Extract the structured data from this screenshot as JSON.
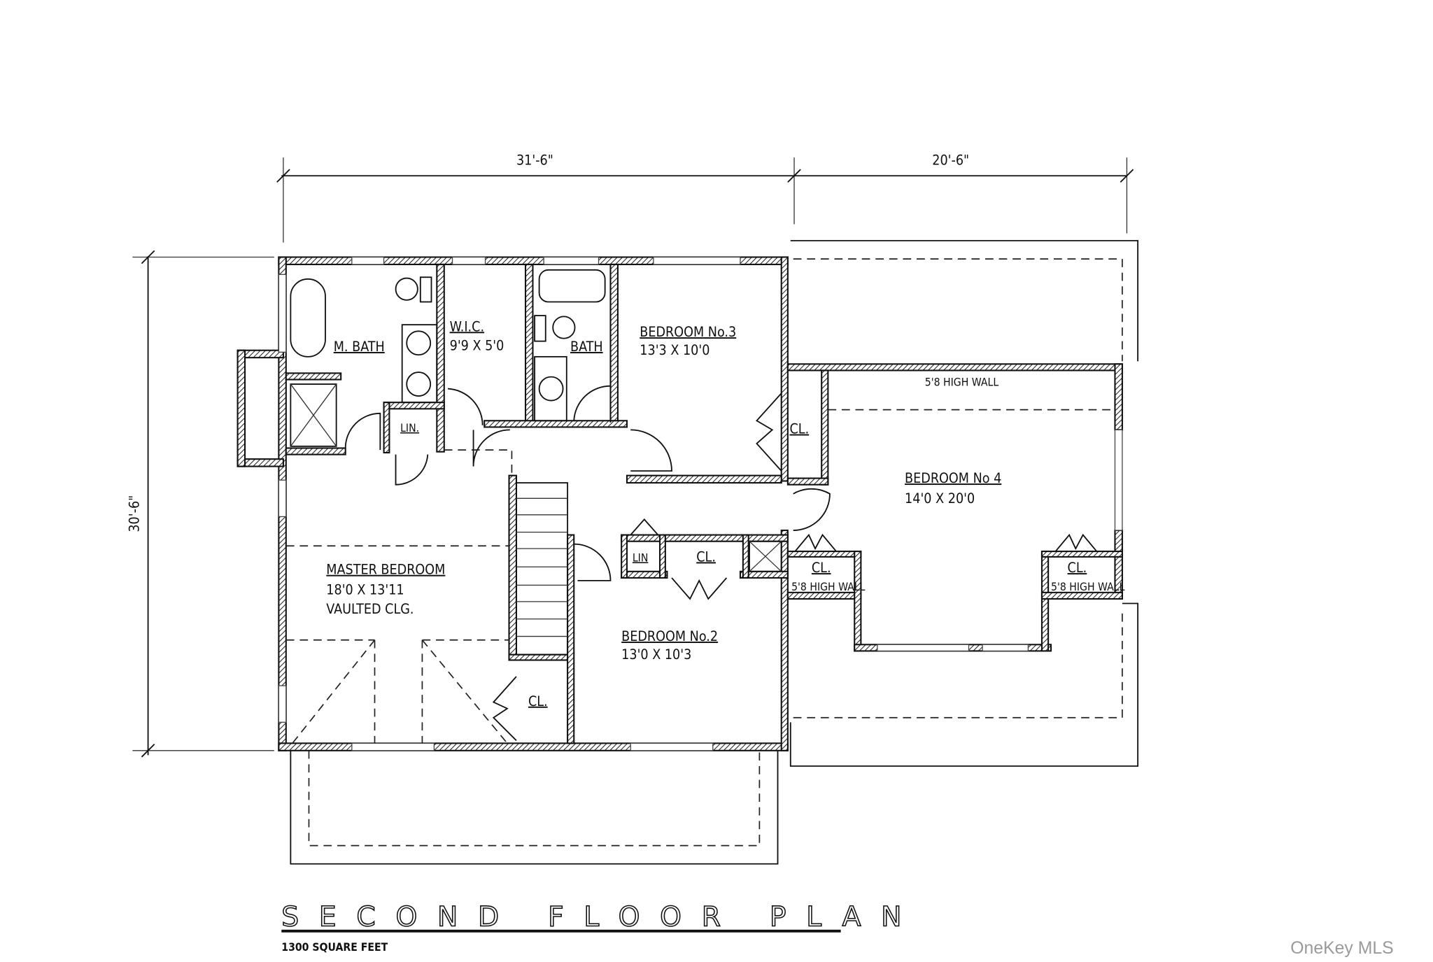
{
  "plan": {
    "title": "SECOND FLOOR PLAN",
    "subtitle": "1300 SQUARE FEET",
    "watermark": "OneKey MLS",
    "dimensions": {
      "top_left": "31'-6\"",
      "top_right": "20'-6\"",
      "left": "30'-6\""
    },
    "rooms": {
      "m_bath": "M. BATH",
      "wic": "W.I.C.",
      "wic_size": "9'9 X 5'0",
      "bath": "BATH",
      "lin1": "LIN.",
      "bed3": "BEDROOM No.3",
      "bed3_size": "13'3 X 10'0",
      "cl_bed3": "CL.",
      "high_wall_top": "5'8 HIGH WALL",
      "bed4": "BEDROOM No 4",
      "bed4_size": "14'0 X 20'0",
      "cl_bed4_left": "CL.",
      "hw_left": "5'8 HIGH WALL",
      "cl_bed4_right": "CL.",
      "hw_right": "5'8 HIGH WALL",
      "master": "MASTER BEDROOM",
      "master_size": "18'0 X 13'11",
      "master_note": "VAULTED CLG.",
      "lin2": "LIN",
      "cl_hall": "CL.",
      "bed2": "BEDROOM No.2",
      "bed2_size": "13'0 X 10'3",
      "cl_master": "CL."
    }
  }
}
